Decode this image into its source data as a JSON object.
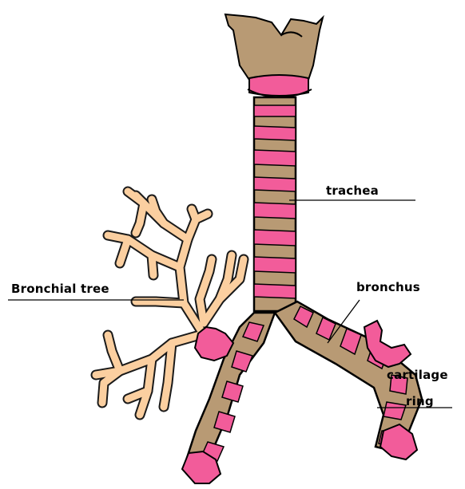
{
  "labels": {
    "trachea": "trachea",
    "bronchial_tree": "Bronchial tree",
    "bronchus": "bronchus",
    "cartilage": "cartilage",
    "ring": "ring"
  },
  "colors": {
    "cartilage_tan": "#b89a74",
    "mucosa_pink": "#f25c9a",
    "bronchiole_peach": "#fbcfa0",
    "outline": "#000000"
  }
}
